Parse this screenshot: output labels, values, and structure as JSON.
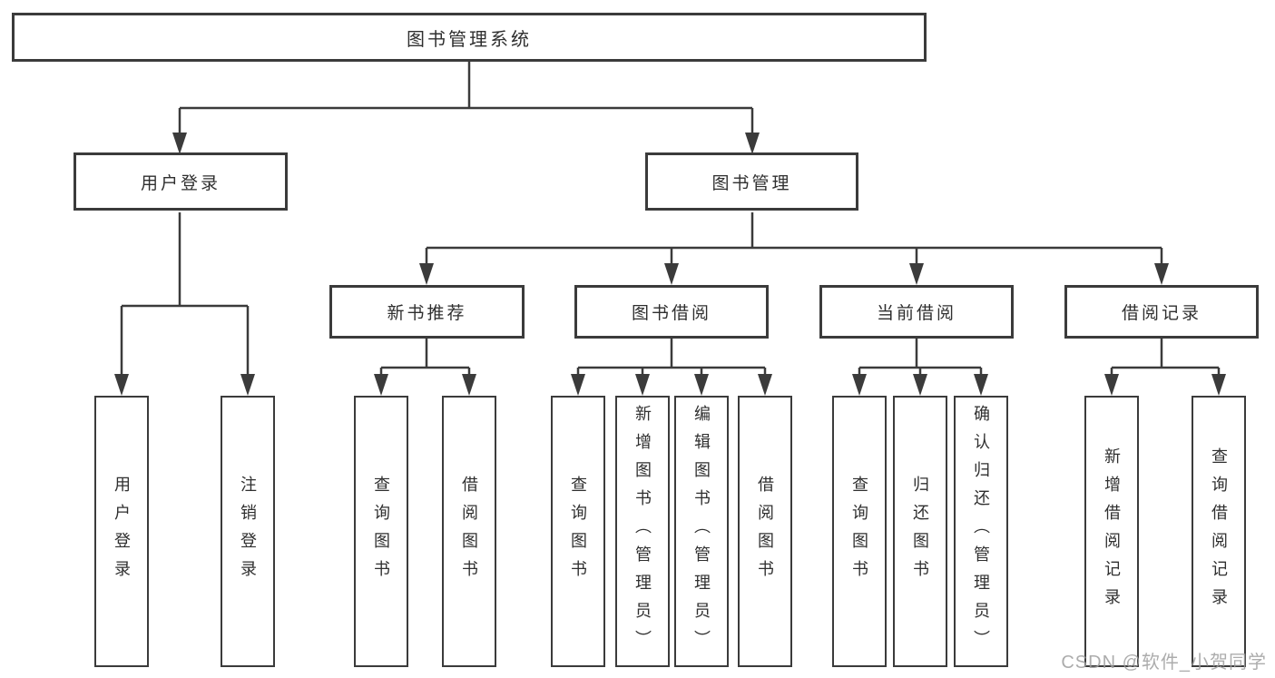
{
  "diagram": {
    "root": {
      "label": "图书管理系统"
    },
    "branches": [
      {
        "label": "用户登录",
        "children": [
          "用户登录",
          "注销登录"
        ]
      },
      {
        "label": "图书管理",
        "groups": [
          {
            "label": "新书推荐",
            "children": [
              "查询图书",
              "借阅图书"
            ]
          },
          {
            "label": "图书借阅",
            "children": [
              "查询图书",
              "新增图书（管理员）",
              "编辑图书（管理员）",
              "借阅图书"
            ]
          },
          {
            "label": "当前借阅",
            "children": [
              "查询图书",
              "归还图书",
              "确认归还（管理员）"
            ]
          },
          {
            "label": "借阅记录",
            "children": [
              "新增借阅记录",
              "查询借阅记录"
            ]
          }
        ]
      }
    ]
  },
  "watermark": {
    "text": "CSDN @软件_小贺同学"
  },
  "colors": {
    "line": "#3b3b3b",
    "text": "#2f2f2f",
    "background": "#ffffff",
    "watermark": "#9e9e9e"
  }
}
